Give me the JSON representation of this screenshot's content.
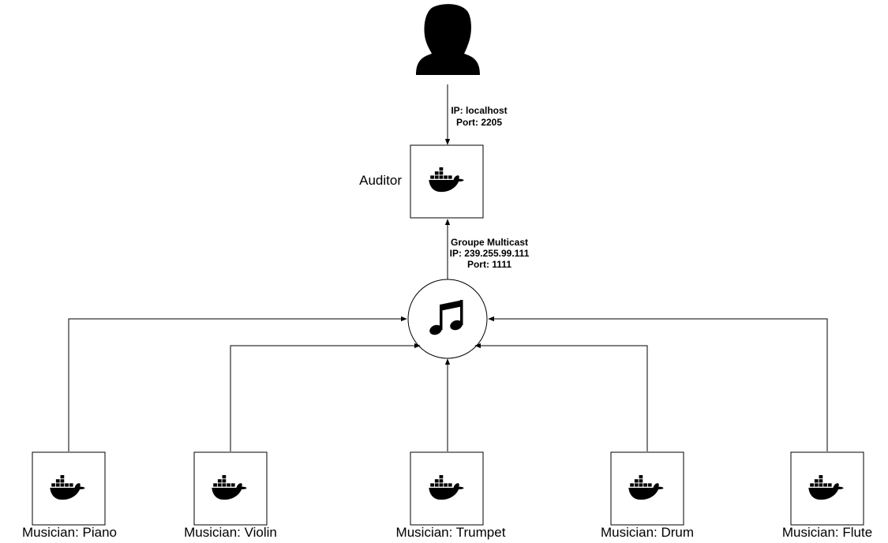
{
  "user_link": {
    "ip": "IP: localhost",
    "port": "Port: 2205"
  },
  "auditor": {
    "label": "Auditor",
    "icon": "docker-whale-icon"
  },
  "multicast": {
    "group": "Groupe Multicast",
    "ip": "IP: 239.255.99.111",
    "port": "Port: 1111",
    "icon": "music-note-icon"
  },
  "user_icon": "user-person-icon",
  "musicians": [
    {
      "label": "Musician: Piano"
    },
    {
      "label": "Musician: Violin"
    },
    {
      "label": "Musician: Trumpet"
    },
    {
      "label": "Musician: Drum"
    },
    {
      "label": "Musician: Flute"
    }
  ],
  "colors": {
    "stroke": "#000000",
    "fill": "#ffffff"
  }
}
